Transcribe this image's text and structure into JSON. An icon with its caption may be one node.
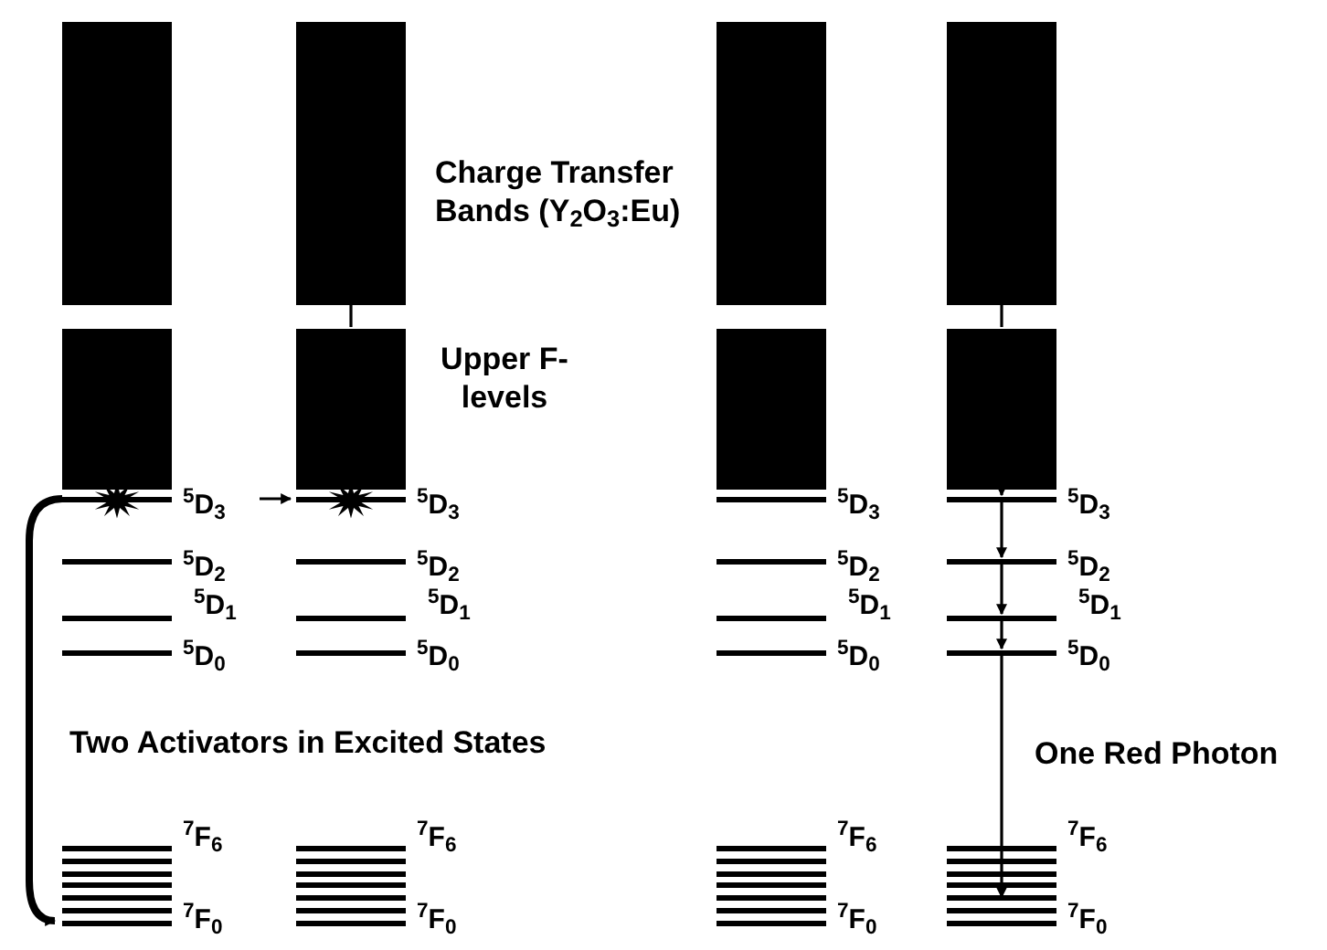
{
  "diagram": {
    "nodes": [
      {
        "text": [],
        "shape": "box"
      },
      {
        "text": [],
        "shape": "box"
      },
      {
        "text": [],
        "shape": "bar",
        "beside": [
          "$^{5}$D$_{3}$"
        ]
      },
      {
        "text": [],
        "shape": "bar",
        "beside": [
          "$^{5}$D$_{2}$"
        ]
      },
      {
        "text": [],
        "shape": "bar",
        "beside": [
          "$^{5}$D$_{1}$"
        ]
      },
      {
        "text": [],
        "shape": "bar",
        "beside": [
          "$^{5}$D$_{0}$"
        ]
      },
      {
        "text": [],
        "shape": "bar",
        "beside": [
          "$^{7}$F$_{6}$",
          "$^{7}$F$_{0}$"
        ]
      },
      {
        "text": [],
        "shape": "box"
      },
      {
        "text": [],
        "shape": "box"
      },
      {
        "text": [],
        "shape": "bar",
        "beside": [
          "$^{5}$D$_{3}$"
        ]
      },
      {
        "text": [],
        "shape": "bar",
        "beside": [
          "$^{5}$D$_{2}$"
        ]
      },
      {
        "text": [],
        "shape": "bar",
        "beside": [
          "$^{5}$D$_{1}$"
        ]
      },
      {
        "text": [],
        "shape": "bar",
        "beside": [
          "$^{5}$D$_{0}$"
        ]
      },
      {
        "text": [],
        "shape": "bar",
        "beside": [
          "$^{7}$F$_{6}$",
          "$^{7}$F$_{0}$"
        ]
      },
      {
        "text": [],
        "shape": "box"
      },
      {
        "text": [],
        "shape": "box"
      },
      {
        "text": [],
        "shape": "bar",
        "beside": [
          "$^{5}$D$_{3}$"
        ]
      },
      {
        "text": [],
        "shape": "bar",
        "beside": [
          "$^{5}$D$_{2}$"
        ]
      },
      {
        "text": [],
        "shape": "bar",
        "beside": [
          "$^{5}$D$_{1}$"
        ]
      },
      {
        "text": [],
        "shape": "bar",
        "beside": [
          "$^{5}$D$_{0}$"
        ]
      },
      {
        "text": [],
        "shape": "bar",
        "beside": [
          "$^{7}$F$_{6}$",
          "$^{7}$F$_{0}$"
        ]
      },
      {
        "text": [],
        "shape": "box"
      },
      {
        "text": [],
        "shape": "box"
      },
      {
        "text": [],
        "shape": "bar",
        "beside": [
          "$^{5}$D$_{3}$"
        ]
      },
      {
        "text": [],
        "shape": "bar",
        "beside": [
          "$^{5}$D$_{2}$"
        ]
      },
      {
        "text": [],
        "shape": "bar",
        "beside": [
          "$^{5}$D$_{1}$"
        ]
      },
      {
        "text": [],
        "shape": "bar",
        "beside": [
          "$^{5}$D$_{0}$"
        ]
      },
      {
        "text": [],
        "shape": "bar",
        "beside": [
          "$^{7}$F$_{6}$",
          "$^{7}$F$_{0}$"
        ]
      }
    ],
    "edges": [
      {
        "from": 2,
        "to": 9,
        "arrow": "to"
      },
      {
        "from": 2,
        "to": 6,
        "arrow": "to",
        "style": "thick"
      },
      {
        "from": 7,
        "to": 8,
        "arrow": "none"
      },
      {
        "from": 21,
        "to": 22,
        "arrow": "none"
      },
      {
        "from": 22,
        "to": 23,
        "arrow": "to"
      },
      {
        "from": 23,
        "to": 24,
        "arrow": "to"
      },
      {
        "from": 24,
        "to": 25,
        "arrow": "to"
      },
      {
        "from": 25,
        "to": 26,
        "arrow": "to"
      },
      {
        "from": 26,
        "to": 27,
        "arrow": "to"
      }
    ],
    "labels": [
      "Charge Transfer Bands (Y$_{2}$O$_{3}$:Eu)",
      "Upper F- levels",
      "Two Activators in Excited States",
      "One Red Photon"
    ]
  }
}
